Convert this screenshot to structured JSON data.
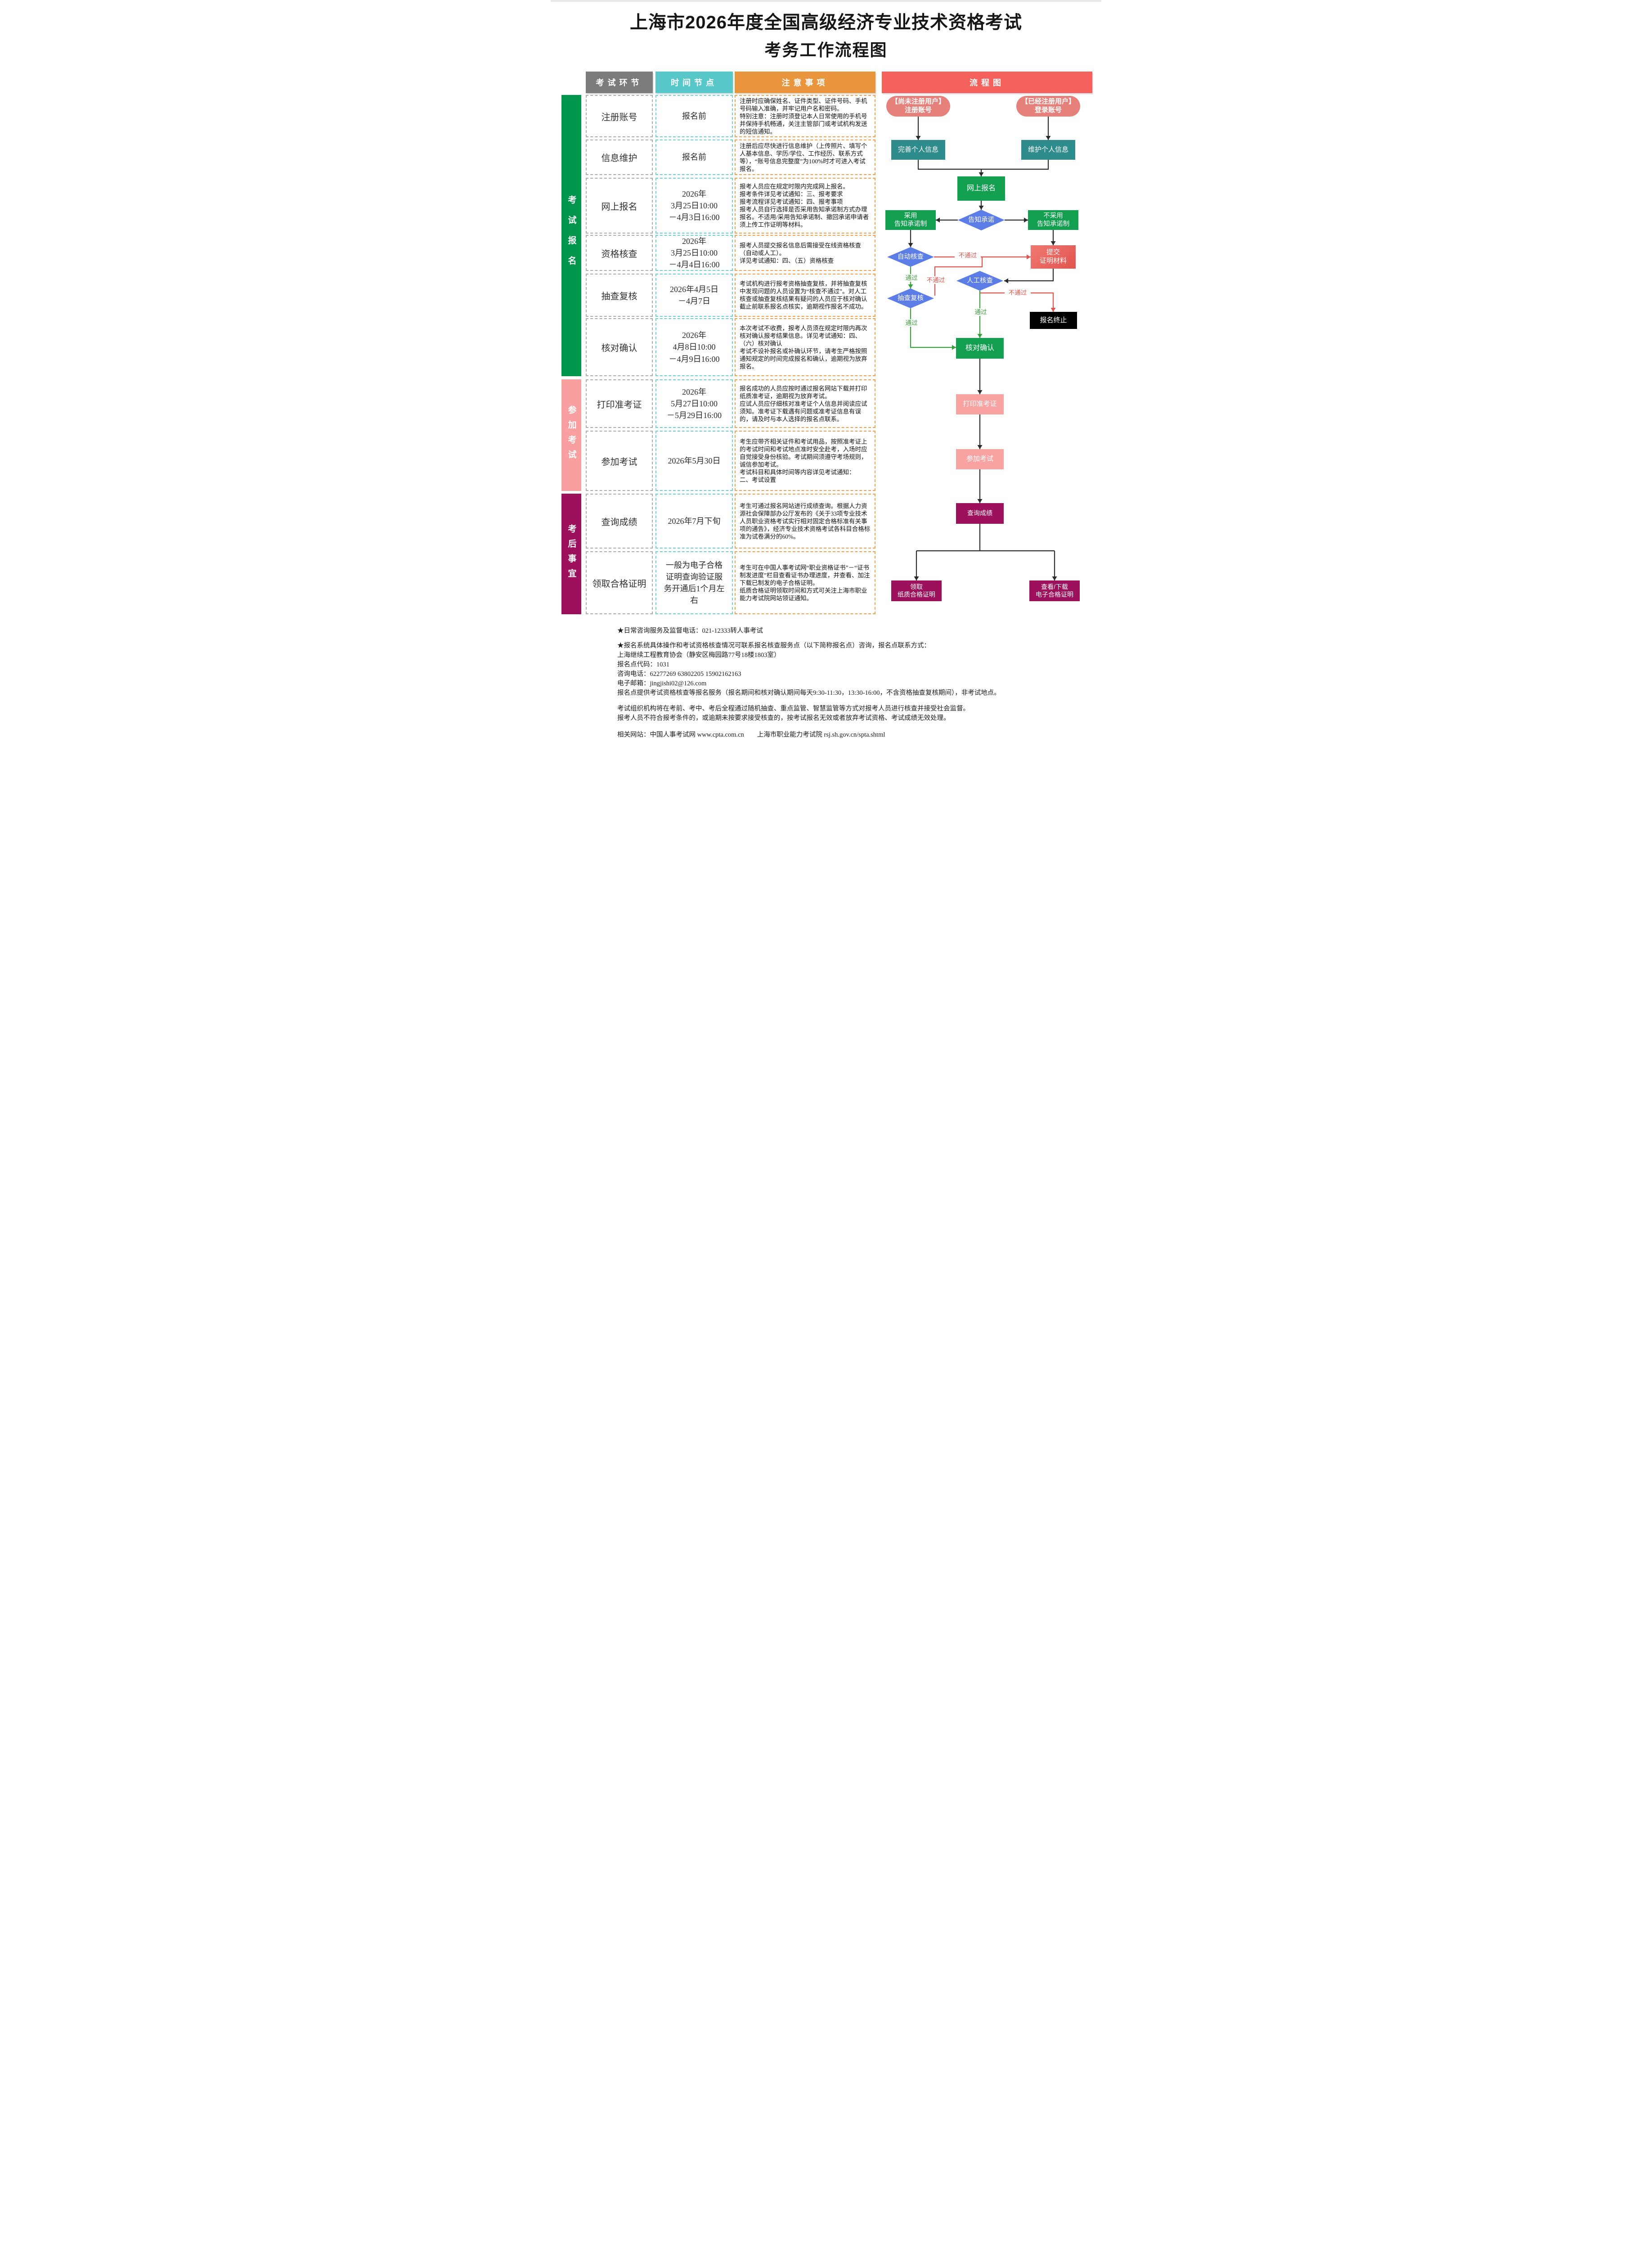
{
  "title": {
    "line1": "上海市2026年度全国高级经济专业技术资格考试",
    "line2": "考务工作流程图"
  },
  "colors": {
    "header_gray": "#7B7B7B",
    "header_teal": "#57C7C9",
    "header_orange": "#E9953E",
    "header_red": "#F4605C",
    "phase_green": "#00964B",
    "phase_pink": "#F99F9F",
    "phase_magenta": "#9C105C",
    "node_pill": "#E6807A",
    "node_teal": "#2E8C8C",
    "node_green": "#12A050",
    "node_blue": "#5B7DE5",
    "node_pink": "#F9A2A2",
    "node_magenta": "#9C105C",
    "edge_pass": "#3C9E3E",
    "edge_fail": "#E05551",
    "edge_black": "#2B2B2B"
  },
  "table": {
    "headers": [
      {
        "label": "考试环节"
      },
      {
        "label": "时间节点"
      },
      {
        "label": "注意事项"
      },
      {
        "label": "流程图"
      }
    ],
    "phases": [
      {
        "label": "考试报名"
      },
      {
        "label": "参加考试"
      },
      {
        "label": "考后事宜"
      }
    ],
    "rows": [
      {
        "name": "注册账号",
        "time": "报名前",
        "notes": "注册时应确保姓名、证件类型、证件号码、手机号码输入准确，并牢记用户名和密码。\n特别注意：注册时须登记本人日常使用的手机号并保持手机畅通，关注主管部门或考试机构发送的短信通知。"
      },
      {
        "name": "信息维护",
        "time": "报名前",
        "notes": "注册后应尽快进行信息维护（上传照片、填写个人基本信息、学历/学位、工作经历、联系方式等），“账号信息完整度”为100%时才可进入考试报名。"
      },
      {
        "name": "网上报名",
        "time": "2026年\n3月25日10:00\n－4月3日16:00",
        "notes": "报考人员应在规定时限内完成网上报名。\n报考条件详见考试通知：三、报考要求\n报考流程详见考试通知：四、报考事项\n报考人员自行选择是否采用告知承诺制方式办理报名。不适用/采用告知承诺制、撤回承诺申请者须上传工作证明等材料。"
      },
      {
        "name": "资格核查",
        "time": "2026年\n3月25日10:00\n－4月4日16:00",
        "notes": "报考人员提交报名信息后需接受在线资格核查（自动或人工）。\n详见考试通知：四、（五）资格核查"
      },
      {
        "name": "抽查复核",
        "time": "2026年4月5日\n－4月7日",
        "notes": "考试机构进行报考资格抽查复核，并将抽查复核中发现问题的人员设置为“核查不通过”。对人工核查或抽查复核结果有疑问的人员应于核对确认截止前联系报名点核实，逾期视作报名不成功。"
      },
      {
        "name": "核对确认",
        "time": "2026年\n4月8日10:00\n－4月9日16:00",
        "notes": "本次考试不收费，报考人员须在规定时限内再次核对确认报考结果信息。详见考试通知：四、（六）核对确认\n考试不设补报名或补确认环节，请考生严格按照通知规定的时间完成报名和确认，逾期视为放弃报名。"
      },
      {
        "name": "打印准考证",
        "time": "2026年\n5月27日10:00\n－5月29日16:00",
        "notes": "报名成功的人员应按时通过报名网站下载并打印纸质准考证，逾期视为放弃考试。\n应试人员应仔细核对准考证个人信息并阅读应试须知。准考证下载遇有问题或准考证信息有误的，请及时与本人选择的报名点联系。"
      },
      {
        "name": "参加考试",
        "time": "2026年5月30日",
        "notes": "考生应带齐相关证件和考试用品，按照准考证上的考试时间和考试地点准时安全赴考，入场时应自觉接受身份核验。考试期间须遵守考场规则，诚信参加考试。\n考试科目和具体时间等内容详见考试通知：\n二、考试设置"
      },
      {
        "name": "查询成绩",
        "time": "2026年7月下旬",
        "notes": "考生可通过报名网站进行成绩查询。根据人力资源社会保障部办公厅发布的《关于33项专业技术人员职业资格考试实行相对固定合格标准有关事项的通告》，经济专业技术资格考试各科目合格标准为试卷满分的60%。"
      },
      {
        "name": "领取合格证明",
        "time": "一般为电子合格\n证明查询验证服\n务开通后1个月左\n右",
        "notes": "考生可在中国人事考试网“职业资格证书”－“证书制发进度”栏目查看证书办理进度，并查看、加注下载已制发的电子合格证明。\n纸质合格证明领取时间和方式可关注上海市职业能力考试院网站领证通知。"
      }
    ]
  },
  "flowchart": {
    "nodes": {
      "start_unregistered": "【尚未注册用户】\n注册账号",
      "start_registered": "【已经注册用户】\n登录账号",
      "complete_info": "完善个人信息",
      "maintain_info": "维护个人信息",
      "online_registration": "网上报名",
      "promise_decision": "告知承诺",
      "adopt_promise": "采用\n告知承诺制",
      "not_adopt_promise": "不采用\n告知承诺制",
      "auto_check": "自动核查",
      "submit_materials": "提交\n证明材料",
      "manual_check": "人工核查",
      "spot_check": "抽查复核",
      "registration_end": "报名终止",
      "confirm": "核对确认",
      "print_ticket": "打印准考证",
      "take_exam": "参加考试",
      "query_score": "查询成绩",
      "paper_certificate": "领取\n纸质合格证明",
      "e_certificate": "查看/下载\n电子合格证明"
    },
    "edge_labels": {
      "pass": "通过",
      "fail": "不通过"
    }
  },
  "footer": {
    "lines": [
      "★日常咨询服务及监督电话：021-12333转人事考试",
      "★报名系统具体操作和考试资格核查情况可联系报名核查服务点（以下简称报名点）咨询，报名点联系方式：",
      "上海继续工程教育协会（静安区梅园路77号18楼1803室）",
      "报名点代码：1031",
      "咨询电话：62277269 63802205 15902162163",
      "电子邮箱：jingjishi02@126.com",
      "报名点提供考试资格核查等报名服务（报名期间和核对确认期间每天9:30-11:30，13:30-16:00，不含资格抽查复核期间），非考试地点。",
      "考试组织机构将在考前、考中、考后全程通过随机抽查、重点监管、智慧监管等方式对报考人员进行核查并接受社会监督。",
      "报考人员不符合报考条件的，或逾期未按要求接受核查的，按考试报名无效或者放弃考试资格、考试成绩无效处理。",
      "相关网站：中国人事考试网 www.cpta.com.cn　　上海市职业能力考试院 rsj.sh.gov.cn/spta.shtml"
    ]
  }
}
